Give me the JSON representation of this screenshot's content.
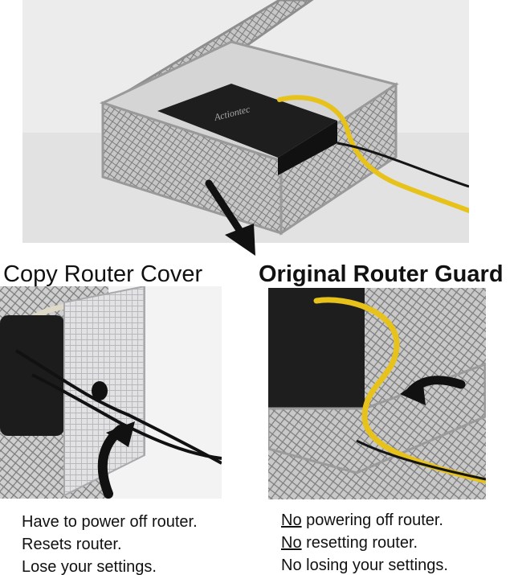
{
  "copy_section": {
    "title": "Copy Router Cover",
    "lines": [
      "Have to power off router.",
      "Resets router.",
      "Lose your settings."
    ]
  },
  "original_section": {
    "title": "Original Router Guard",
    "lines": [
      {
        "emphasis": "No",
        "rest": " powering off router."
      },
      {
        "emphasis": "No",
        "rest": " resetting router."
      },
      {
        "emphasis": "",
        "rest": "No losing your settings."
      }
    ]
  },
  "router_logo": "Actiontec",
  "colors": {
    "mesh_silver": "#b9b9b9",
    "router_black": "#1e1e1e",
    "cable_yellow": "#e6c21a",
    "arrow_black": "#111111",
    "wall_grey": "#ebebeb"
  }
}
